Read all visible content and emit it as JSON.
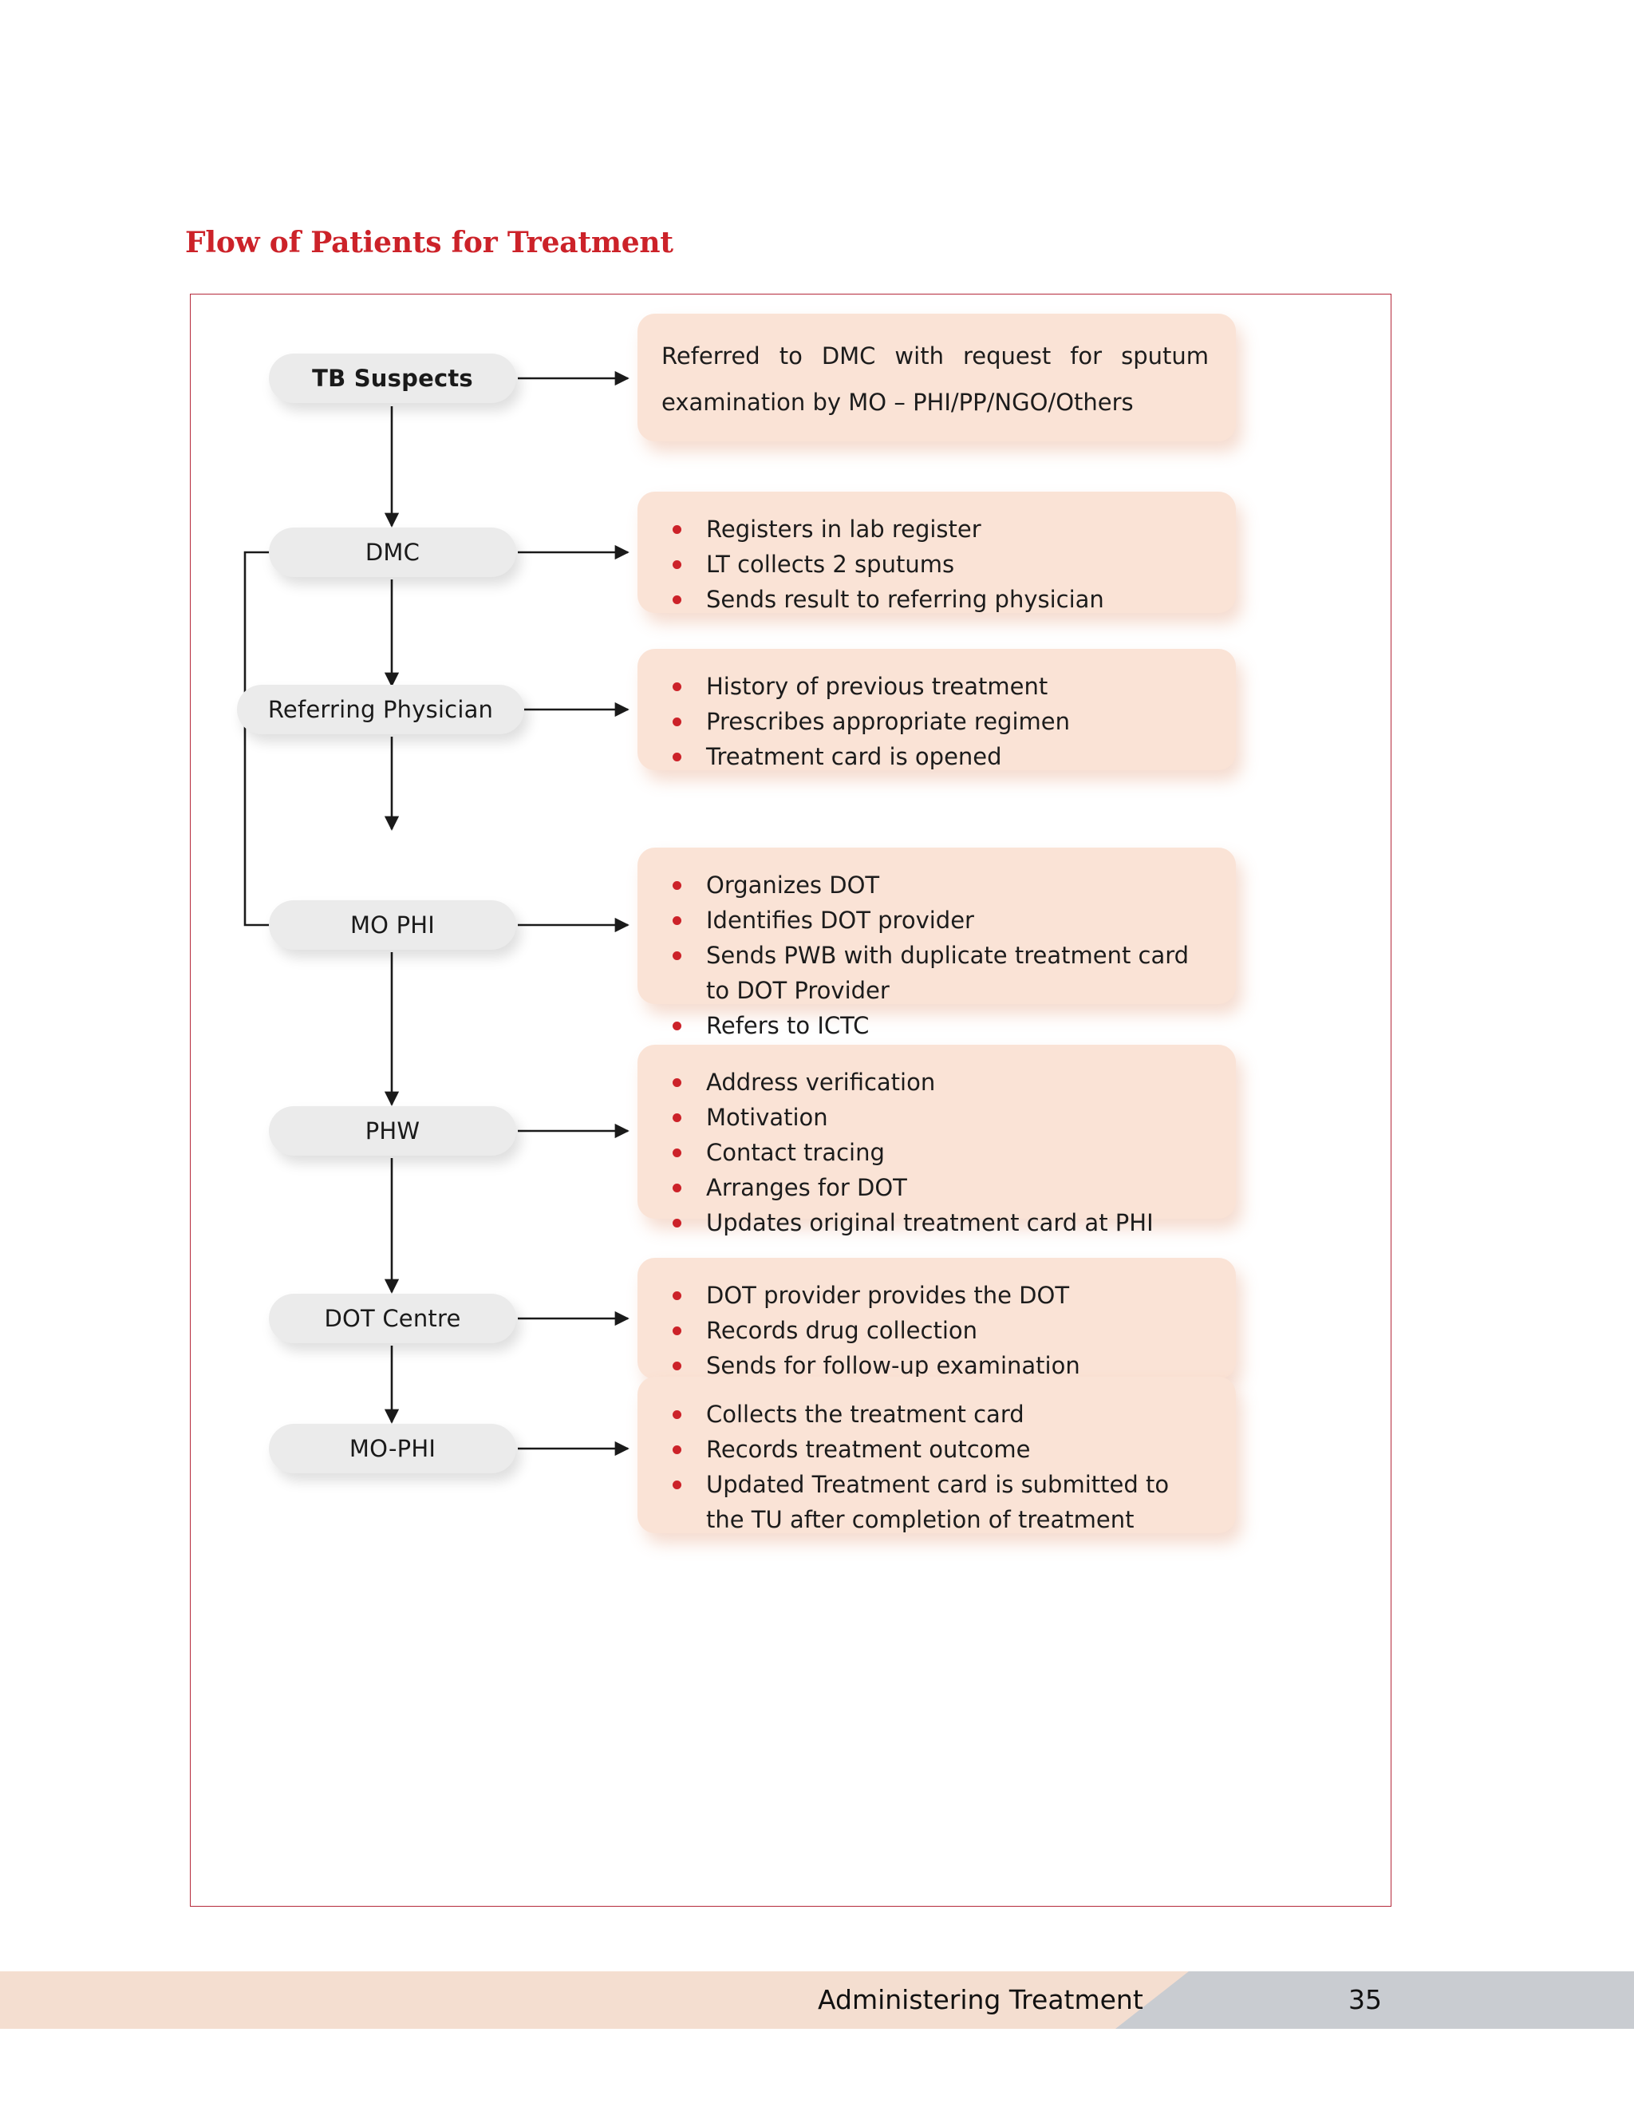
{
  "page": {
    "title": "Flow of Patients for Treatment",
    "title_color": "#cc2229",
    "border_color": "#b5293b",
    "bullet_color": "#cc2229",
    "card_color": "#fae3d6",
    "node_color": "#ebebeb"
  },
  "footer": {
    "section": "Administering Treatment",
    "page_number": "35",
    "peach_color": "#f4ded0",
    "grey_color": "#c9ccd1"
  },
  "flow": {
    "nodes": [
      {
        "id": "tb-suspects",
        "label": "TB Suspects"
      },
      {
        "id": "dmc",
        "label": "DMC"
      },
      {
        "id": "referring-physician",
        "label": "Referring Physician"
      },
      {
        "id": "mo-phi",
        "label": "MO PHI"
      },
      {
        "id": "phw",
        "label": "PHW"
      },
      {
        "id": "dot-centre",
        "label": "DOT Centre"
      },
      {
        "id": "mo-phi-final",
        "label": "MO-PHI"
      }
    ],
    "cards": [
      {
        "id": "card-tb-suspects",
        "kind": "paragraph",
        "text": "Referred to DMC with request for sputum examination by MO – PHI/PP/NGO/Others"
      },
      {
        "id": "card-dmc",
        "kind": "list",
        "items": [
          "Registers in lab register",
          "LT collects 2 sputums",
          "Sends result to referring physician"
        ]
      },
      {
        "id": "card-referring-physician",
        "kind": "list",
        "items": [
          "History of previous treatment",
          "Prescribes appropriate regimen",
          "Treatment card is opened"
        ]
      },
      {
        "id": "card-mo-phi",
        "kind": "list",
        "items": [
          "Organizes DOT",
          "Identifies DOT provider",
          "Sends PWB with duplicate treatment card to DOT Provider",
          "Refers to ICTC"
        ]
      },
      {
        "id": "card-phw",
        "kind": "list",
        "items": [
          "Address verification",
          "Motivation",
          "Contact tracing",
          "Arranges for DOT",
          "Updates  original treatment card at PHI"
        ]
      },
      {
        "id": "card-dot-centre",
        "kind": "list",
        "items": [
          "DOT provider provides the DOT",
          "Records drug collection",
          "Sends for follow-up examination"
        ]
      },
      {
        "id": "card-mo-phi-final",
        "kind": "list",
        "items": [
          "Collects the treatment card",
          "Records treatment outcome",
          "Updated  Treatment card is submitted to the TU after completion of treatment"
        ]
      }
    ]
  }
}
